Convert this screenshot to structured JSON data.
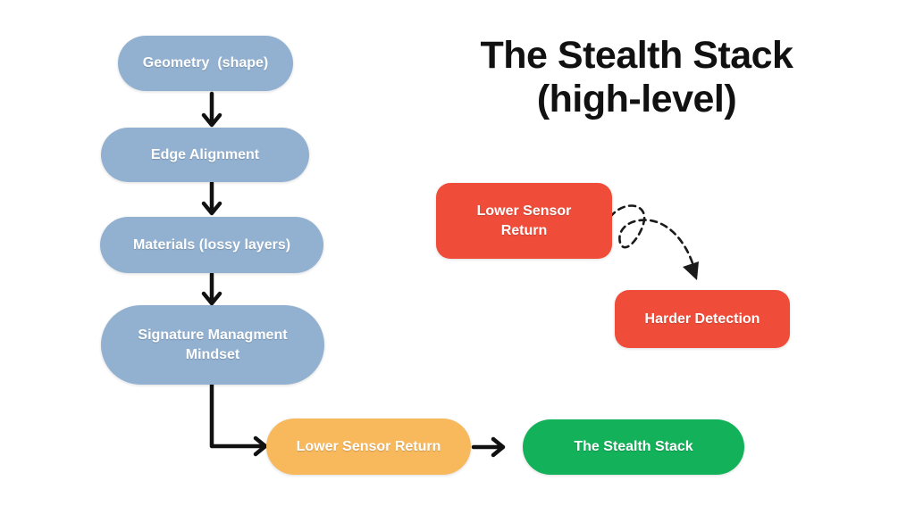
{
  "title": {
    "line1": "The Stealth Stack",
    "line2": "(high-level)"
  },
  "main_flow": {
    "steps": [
      {
        "label": "Geometry  (shape)"
      },
      {
        "label": "Edge Alignment"
      },
      {
        "label": "Materials (lossy layers)"
      },
      {
        "label": "Signature Managment Mindset"
      },
      {
        "label": "Lower Sensor Return"
      },
      {
        "label": "The Stealth Stack"
      }
    ]
  },
  "side_callout": {
    "cause": {
      "label": "Lower Sensor Return"
    },
    "effect": {
      "label": "Harder Detection"
    }
  },
  "colors": {
    "background": "#FFFFFF",
    "node_blue": "#92B1D1",
    "node_orange": "#F8B85C",
    "node_green": "#13B25A",
    "node_red": "#EF4D3A",
    "arrow": "#111111",
    "node_text": "#FFFFFF",
    "title_text": "#111111"
  }
}
